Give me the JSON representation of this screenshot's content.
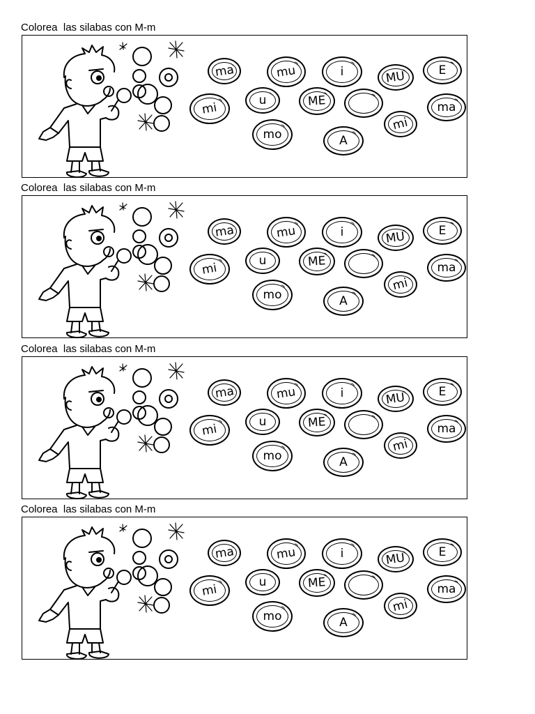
{
  "worksheet": {
    "exercises": [
      {
        "instruction": "Colorea  las silabas con M-m",
        "syllables": [
          "ma",
          "mu",
          "i",
          "MU",
          "E",
          "mi",
          "u",
          "ME",
          "",
          "ma",
          "mo",
          "A",
          "mi"
        ]
      },
      {
        "instruction": "Colorea  las silabas con M-m",
        "syllables": [
          "ma",
          "mu",
          "i",
          "MU",
          "E",
          "mi",
          "u",
          "ME",
          "",
          "ma",
          "mo",
          "A",
          "mi"
        ]
      },
      {
        "instruction": "Colorea  las silabas con M-m",
        "syllables": [
          "ma",
          "mu",
          "i",
          "MU",
          "E",
          "mi",
          "u",
          "ME",
          "",
          "ma",
          "mo",
          "A",
          "mi"
        ]
      },
      {
        "instruction": "Colorea  las silabas con M-m",
        "syllables": [
          "ma",
          "mu",
          "i",
          "MU",
          "E",
          "mi",
          "u",
          "ME",
          "",
          "ma",
          "mo",
          "A",
          "mi"
        ]
      }
    ],
    "illustration_icon": "boy-blowing-bubbles-icon"
  }
}
